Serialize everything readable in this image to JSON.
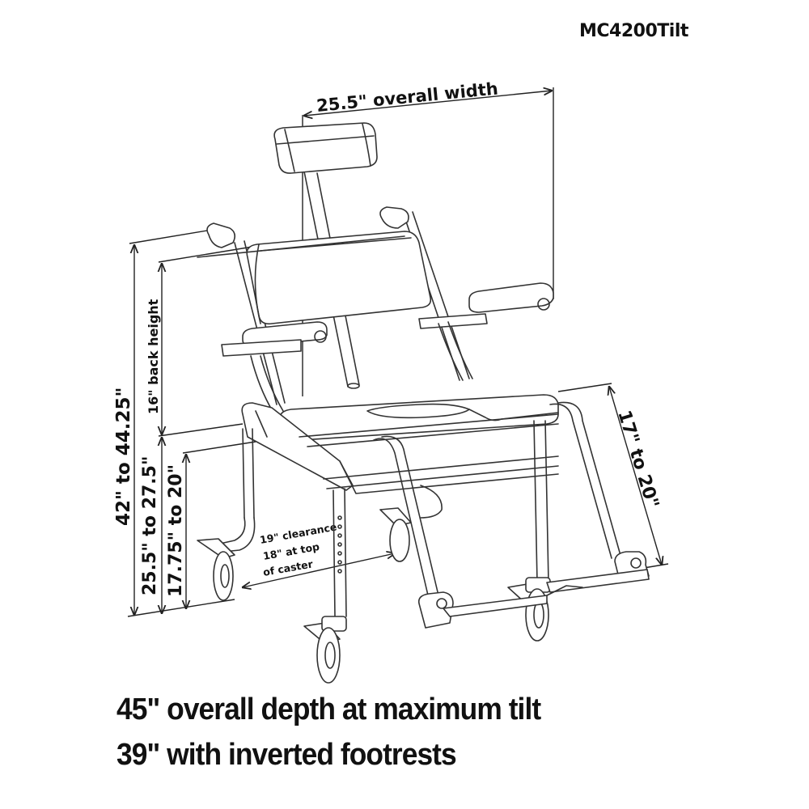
{
  "model": "MC4200Tilt",
  "dimensions": {
    "overall_width": "25.5\" overall width",
    "overall_height": "42\" to 44.25\"",
    "back_height": "16\" back height",
    "seat_height": "25.5\" to 27.5\"",
    "seat_height_low": "17.75\" to 20\"",
    "footrest_length": "17\" to 20\"",
    "clearance_line1": "19\" clearance",
    "clearance_line2": "18\" at top",
    "clearance_line3": "of caster"
  },
  "captions": {
    "depth": "45\" overall depth at maximum tilt",
    "inverted": "39\" with inverted footrests"
  },
  "colors": {
    "line": "#333333",
    "text": "#111111",
    "background": "#ffffff"
  }
}
